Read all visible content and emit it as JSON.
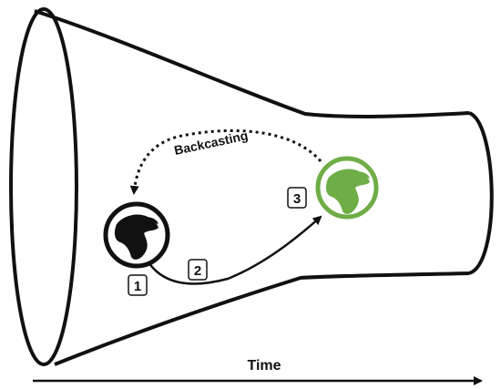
{
  "labels": {
    "backcasting": "Backcasting",
    "time": "Time",
    "step_1": "1",
    "step_2": "2",
    "step_3": "3"
  },
  "colors": {
    "outline": "#111111",
    "current_globe": "#111111",
    "future_globe": "#6fad47",
    "background": "#ffffff"
  },
  "icons": {
    "current_state": "earth-globe-icon",
    "future_state": "earth-globe-icon"
  }
}
